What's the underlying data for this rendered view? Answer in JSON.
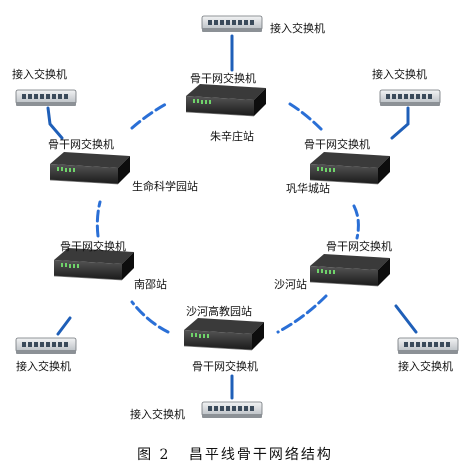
{
  "diagram": {
    "backbone_label": "骨干网交换机",
    "access_label": "接入交换机",
    "stations": {
      "zhuxinzhuang": "朱辛庄站",
      "gonghuacheng": "巩华城站",
      "shahe": "沙河站",
      "shahe_gaojiaoyuan": "沙河高教园站",
      "nanshao": "南邵站",
      "shengming_kexueyuan": "生命科学园站"
    }
  },
  "caption": {
    "fig_label": "图 2",
    "title": "昌平线骨干网络结构"
  },
  "colors": {
    "link": "#2a6fd6",
    "uplink": "#1f5fb8",
    "switch_body": "#1a1a1a",
    "led": "#6fd36a",
    "access_body": "#d9dde0"
  }
}
